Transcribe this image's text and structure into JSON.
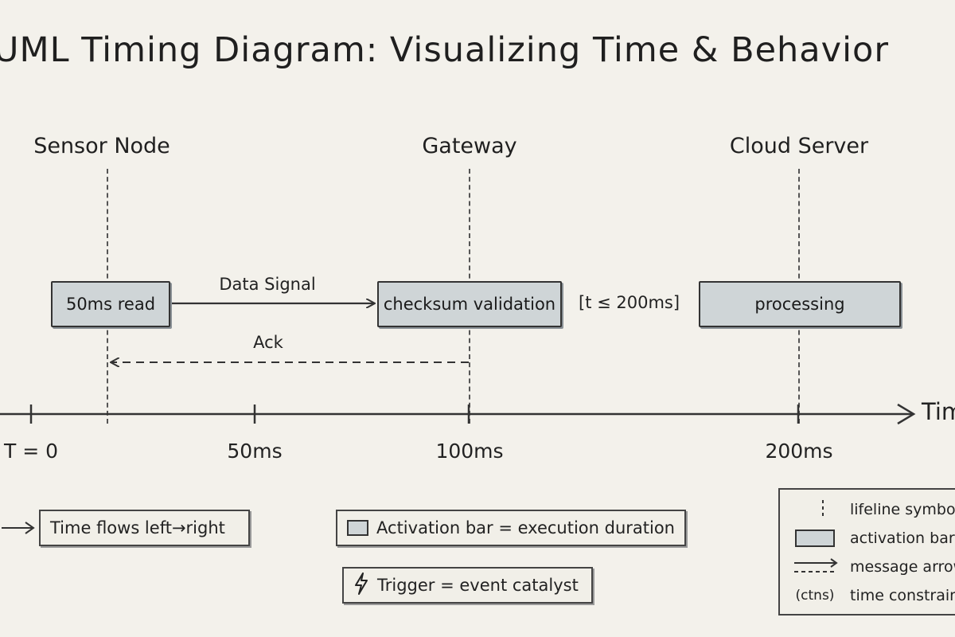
{
  "title": "UML Timing Diagram: Visualizing Time & Behavior",
  "lifelines": [
    {
      "name": "Sensor Node"
    },
    {
      "name": "Gateway"
    },
    {
      "name": "Cloud Server"
    }
  ],
  "activations": [
    {
      "label": "50ms read",
      "lifeline": "Sensor Node"
    },
    {
      "label": "checksum validation",
      "lifeline": "Gateway"
    },
    {
      "label": "processing",
      "lifeline": "Cloud Server"
    }
  ],
  "messages": [
    {
      "label": "Data Signal",
      "from": "Sensor Node",
      "to": "Gateway",
      "style": "solid"
    },
    {
      "label": "Ack",
      "from": "Gateway",
      "to": "Sensor Node",
      "style": "dashed"
    }
  ],
  "constraint": "[t ≤ 200ms]",
  "time_axis": {
    "label": "Time",
    "ticks": [
      "T = 0",
      "50ms",
      "100ms",
      "200ms"
    ]
  },
  "notes": {
    "time_flow": "Time flows left→right",
    "activation": "Activation bar = execution duration",
    "trigger": "Trigger = event catalyst"
  },
  "legend": {
    "items": [
      {
        "icon": "lifeline-symbol-icon",
        "label": "lifeline symbol"
      },
      {
        "icon": "activation-bar-icon",
        "label": "activation bar"
      },
      {
        "icon": "message-arrow-icon",
        "label": "message arrow"
      },
      {
        "icon": "time-constraint-icon",
        "symbol": "(ctns)",
        "label": "time constraint"
      }
    ]
  },
  "colors": {
    "background": "#f3f1eb",
    "activation_fill": "#cfd5d7",
    "ink": "#222222"
  }
}
